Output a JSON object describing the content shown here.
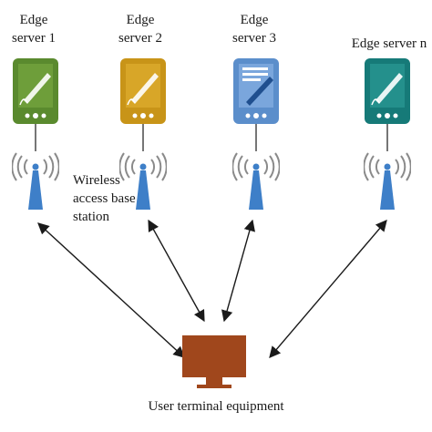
{
  "servers": [
    {
      "line1": "Edge",
      "line2": "server 1",
      "color": "#5a8a2e",
      "screen": "#6e9e3a"
    },
    {
      "line1": "Edge",
      "line2": "server 2",
      "color": "#c89418",
      "screen": "#d8a628"
    },
    {
      "line1": "Edge",
      "line2": "server 3",
      "color": "#5b8ecb",
      "screen": "#7aa6dc"
    },
    {
      "line1": "Edge server n",
      "line2": "",
      "color": "#167a78",
      "screen": "#24908c"
    }
  ],
  "base_station": {
    "line1": "Wireless",
    "line2": "access base",
    "line3": "station",
    "tower_color": "#3e7fc8"
  },
  "terminal": {
    "label": "User terminal equipment",
    "color": "#a0471c"
  },
  "icons": [
    "tablet-pen-icon",
    "document-tablet-icon",
    "antenna-tower-icon",
    "monitor-icon"
  ]
}
